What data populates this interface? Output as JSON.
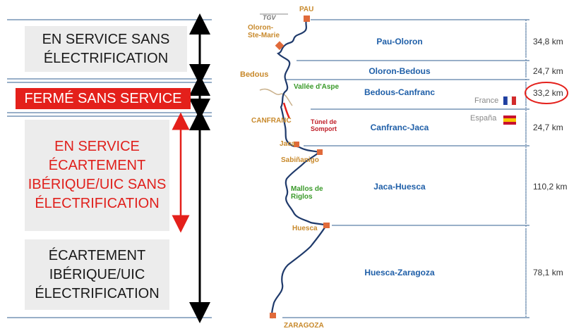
{
  "legend": {
    "box1": "EN SERVICE SANS ÉLECTRIFICATION",
    "box2": "FERMÉ SANS SERVICE",
    "box3": "EN SERVICE ÉCARTEMENT IBÉRIQUE/UIC SANS ÉLECTRIFICATION",
    "box4": "ÉCARTEMENT IBÉRIQUE/UIC ÉLECTRIFICATION"
  },
  "towns": {
    "pau": "PAU",
    "tgv": "TGV",
    "oloron": "Oloron-\nSte-Marie",
    "bedous": "Bedous",
    "canfranc": "CANFRANC",
    "jaca": "Jaca",
    "sabinanigo": "Sabiñanigo",
    "huesca": "Huesca",
    "zaragoza": "ZARAGOZA"
  },
  "features": {
    "aspe": "Vallée d'Aspe",
    "somport": "Túnel de\nSomport",
    "mallos": "Mallos de\nRiglos"
  },
  "countries": {
    "france": "France",
    "espana": "España"
  },
  "segments": [
    {
      "name": "Pau-Oloron",
      "distance": "34,8 km"
    },
    {
      "name": "Oloron-Bedous",
      "distance": "24,7 km"
    },
    {
      "name": "Bedous-Canfranc",
      "distance": "33,2 km"
    },
    {
      "name": "Canfranc-Jaca",
      "distance": "24,7 km"
    },
    {
      "name": "Jaca-Huesca",
      "distance": "110,2 km"
    },
    {
      "name": "Huesca-Zaragoza",
      "distance": "78,1 km"
    }
  ],
  "colors": {
    "red": "#e4201b",
    "box": "#ececec",
    "line": "#1f3a6b",
    "segment": "#1f5fa8",
    "town": "#c8892b",
    "green": "#3a9a2a"
  }
}
